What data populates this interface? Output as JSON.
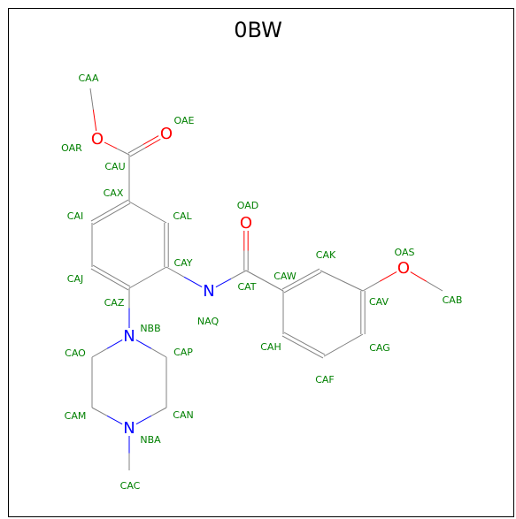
{
  "title": "0BW",
  "colors": {
    "bond": "#808080",
    "label": "#008000",
    "O": "#ff0000",
    "N": "#0000ff"
  },
  "atoms": [
    {
      "id": "CAA",
      "el": "C"
    },
    {
      "id": "OAR",
      "el": "O"
    },
    {
      "id": "CAU",
      "el": "C"
    },
    {
      "id": "OAE",
      "el": "O"
    },
    {
      "id": "CAX",
      "el": "C"
    },
    {
      "id": "CAI",
      "el": "C"
    },
    {
      "id": "CAL",
      "el": "C"
    },
    {
      "id": "CAJ",
      "el": "C"
    },
    {
      "id": "CAY",
      "el": "C"
    },
    {
      "id": "CAZ",
      "el": "C"
    },
    {
      "id": "NAQ",
      "el": "N"
    },
    {
      "id": "CAT",
      "el": "C"
    },
    {
      "id": "OAD",
      "el": "O"
    },
    {
      "id": "CAW",
      "el": "C"
    },
    {
      "id": "CAK",
      "el": "C"
    },
    {
      "id": "CAV",
      "el": "C"
    },
    {
      "id": "OAS",
      "el": "O"
    },
    {
      "id": "CAB",
      "el": "C"
    },
    {
      "id": "CAG",
      "el": "C"
    },
    {
      "id": "CAF",
      "el": "C"
    },
    {
      "id": "CAH",
      "el": "C"
    },
    {
      "id": "NBB",
      "el": "N"
    },
    {
      "id": "CAO",
      "el": "C"
    },
    {
      "id": "CAP",
      "el": "C"
    },
    {
      "id": "CAM",
      "el": "C"
    },
    {
      "id": "CAN",
      "el": "C"
    },
    {
      "id": "NBA",
      "el": "N"
    },
    {
      "id": "CAC",
      "el": "C"
    }
  ],
  "bonds": [
    [
      "CAA",
      "OAR",
      1
    ],
    [
      "OAR",
      "CAU",
      1
    ],
    [
      "CAU",
      "OAE",
      2
    ],
    [
      "CAU",
      "CAX",
      1
    ],
    [
      "CAX",
      "CAI",
      2
    ],
    [
      "CAX",
      "CAL",
      1
    ],
    [
      "CAI",
      "CAJ",
      1
    ],
    [
      "CAJ",
      "CAZ",
      2
    ],
    [
      "CAZ",
      "CAY",
      1
    ],
    [
      "CAY",
      "CAL",
      2
    ],
    [
      "CAY",
      "NAQ",
      1
    ],
    [
      "NAQ",
      "CAT",
      1
    ],
    [
      "CAT",
      "OAD",
      2
    ],
    [
      "CAT",
      "CAW",
      1
    ],
    [
      "CAW",
      "CAK",
      2
    ],
    [
      "CAK",
      "CAV",
      1
    ],
    [
      "CAV",
      "CAG",
      2
    ],
    [
      "CAG",
      "CAF",
      1
    ],
    [
      "CAF",
      "CAH",
      2
    ],
    [
      "CAH",
      "CAW",
      1
    ],
    [
      "CAV",
      "OAS",
      1
    ],
    [
      "OAS",
      "CAB",
      1
    ],
    [
      "CAZ",
      "NBB",
      1
    ],
    [
      "NBB",
      "CAO",
      1
    ],
    [
      "NBB",
      "CAP",
      1
    ],
    [
      "CAO",
      "CAM",
      1
    ],
    [
      "CAP",
      "CAN",
      1
    ],
    [
      "CAM",
      "NBA",
      1
    ],
    [
      "CAN",
      "NBA",
      1
    ],
    [
      "NBA",
      "CAC",
      1
    ]
  ]
}
